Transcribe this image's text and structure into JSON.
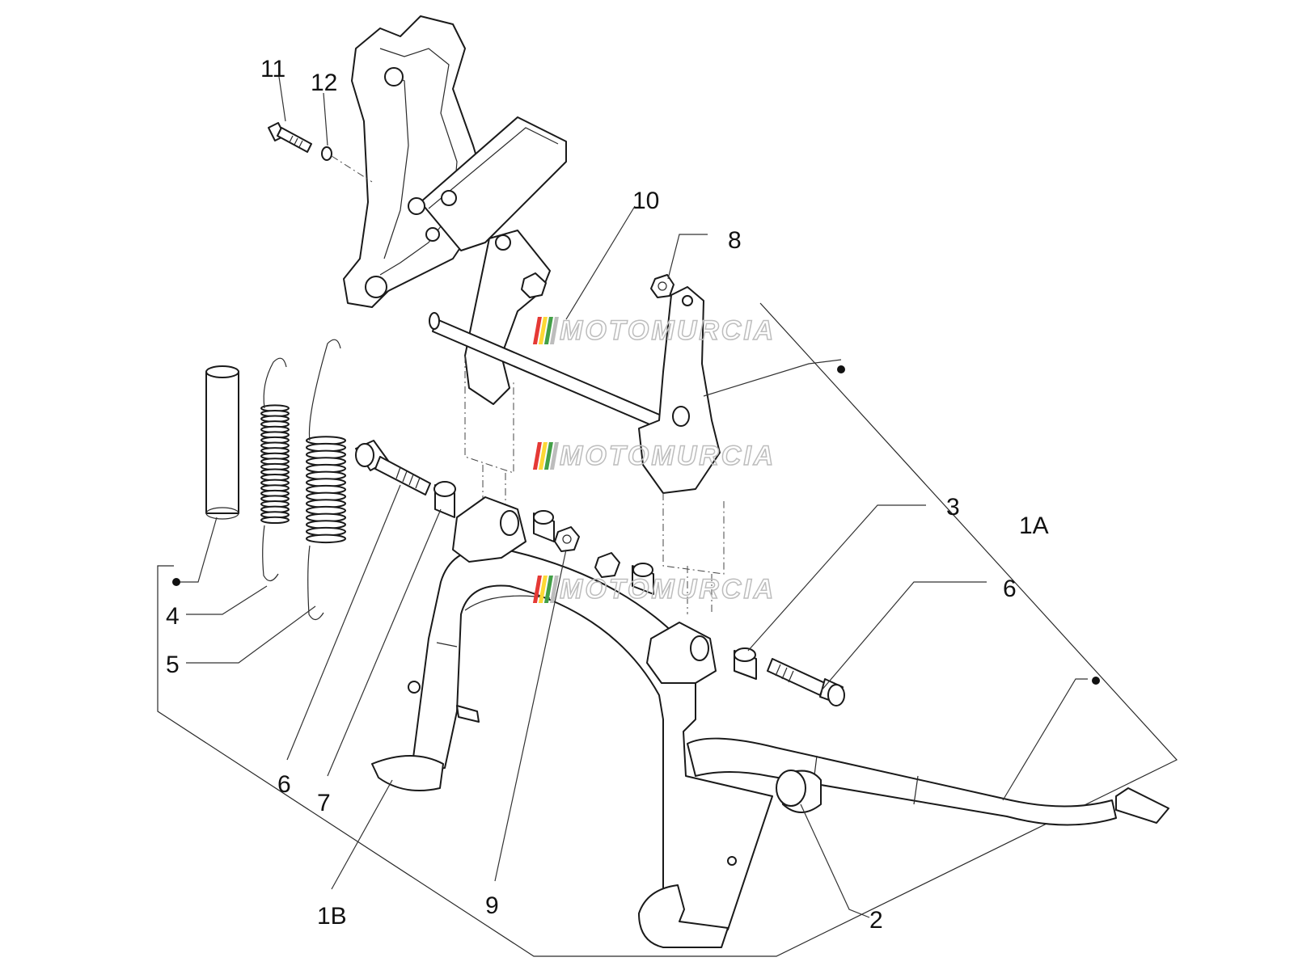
{
  "watermark": {
    "text": "MOTOMURCIA",
    "stripe_colors": [
      "#e53935",
      "#fdd835",
      "#43a047",
      "#bdbdbd"
    ]
  },
  "labels": [
    {
      "id": "11",
      "text": "11"
    },
    {
      "id": "12",
      "text": "12"
    },
    {
      "id": "10",
      "text": "10"
    },
    {
      "id": "8",
      "text": "8"
    },
    {
      "id": "3",
      "text": "3"
    },
    {
      "id": "1A",
      "text": "1A"
    },
    {
      "id": "6r",
      "text": "6"
    },
    {
      "id": "4",
      "text": "4"
    },
    {
      "id": "5",
      "text": "5"
    },
    {
      "id": "6l",
      "text": "6"
    },
    {
      "id": "7",
      "text": "7"
    },
    {
      "id": "1B",
      "text": "1B"
    },
    {
      "id": "9",
      "text": "9"
    },
    {
      "id": "2",
      "text": "2"
    }
  ]
}
